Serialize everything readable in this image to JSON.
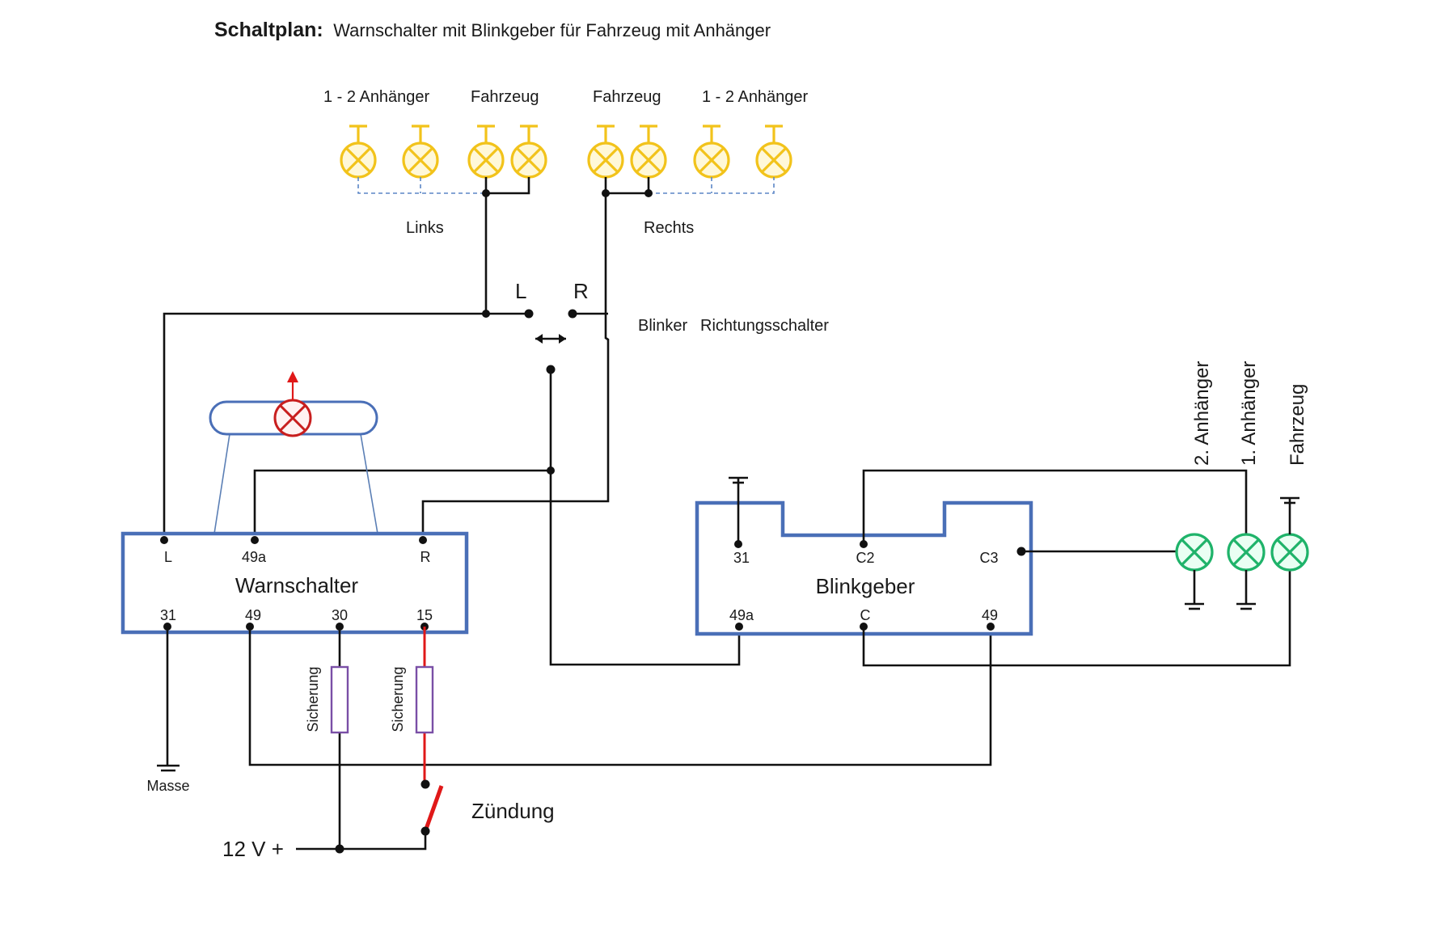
{
  "title": {
    "bold": "Schaltplan:",
    "rest": "Warnschalter mit Blinkgeber für Fahrzeug mit Anhänger"
  },
  "top_lamp_groups": {
    "left_trailer": "1 - 2 Anhänger",
    "left_vehicle": "Fahrzeug",
    "right_vehicle": "Fahrzeug",
    "right_trailer": "1 - 2 Anhänger"
  },
  "sides": {
    "links": "Links",
    "rechts": "Rechts"
  },
  "switch": {
    "pos_l": "L",
    "pos_r": "R",
    "label_blinker": "Blinker",
    "label_richtungsschalter": "Richtungsschalter"
  },
  "warnschalter": {
    "name": "Warnschalter",
    "pins_top": [
      "L",
      "49a",
      "R"
    ],
    "pins_bottom": [
      "31",
      "49",
      "30",
      "15"
    ]
  },
  "blinkgeber": {
    "name": "Blinkgeber",
    "pins_top": [
      "31",
      "C2",
      "C3"
    ],
    "pins_bottom": [
      "49a",
      "C",
      "49"
    ]
  },
  "control_lamps": [
    "2. Anhänger",
    "1. Anhänger",
    "Fahrzeug"
  ],
  "fuses": [
    "Sicherung",
    "Sicherung"
  ],
  "masse": "Masse",
  "zuendung": "Zündung",
  "supply": "12 V +",
  "colors": {
    "box": "#4a6fb7",
    "lamp_yellow": "#f2c31b",
    "lamp_green": "#1fb36a",
    "lamp_red": "#c81e1e",
    "wire_red": "#e01818",
    "fuse": "#7a4fa6"
  }
}
